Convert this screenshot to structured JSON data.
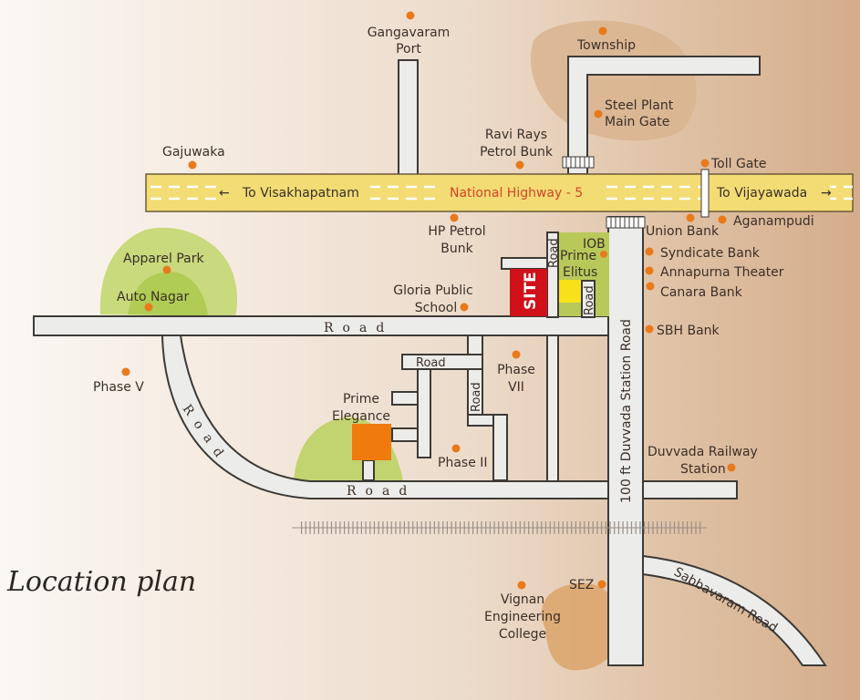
{
  "title": "Location plan",
  "colors": {
    "highway": "#f3dc74",
    "road_fill": "#ececea",
    "road_border": "#3d3a36",
    "poi_dot": "#e87a1c",
    "site": "#d0111a",
    "prime_elegance": "#ef7b0f",
    "prime_elitus_bg": "#b8c95a",
    "prime_elitus_highlight": "#f7e21a",
    "green_area": "#b9d05a",
    "brown_area": "#d9a877",
    "highway_title": "#d2462a"
  },
  "highway": {
    "name": "National Highway - 5",
    "left_direction": "To Visakhapatnam",
    "right_direction": "To Vijayawada",
    "left_arrow": "←",
    "right_arrow": "→"
  },
  "site": {
    "label": "SITE"
  },
  "roads": {
    "main_road": "Road",
    "lower_road": "Road",
    "curved_road": "Road",
    "inner_road_1": "Road",
    "inner_road_2": "Road",
    "elitus_road_1": "Road",
    "elitus_road_2": "Road",
    "station_road": "100 ft Duvvada Station Road",
    "sabbavaram_road": "Sabbavaram Road"
  },
  "pois": {
    "gangavaram_port": [
      "Gangavaram",
      "Port"
    ],
    "township": "Township",
    "steel_plant": [
      "Steel Plant",
      "Main Gate"
    ],
    "ravi_rays": [
      "Ravi Rays",
      "Petrol Bunk"
    ],
    "gajuwaka": "Gajuwaka",
    "toll_gate": "Toll Gate",
    "hp_petrol": [
      "HP Petrol",
      "Bunk"
    ],
    "union_bank": "Union Bank",
    "aganampudi": "Aganampudi",
    "iob": "IOB",
    "prime_elitus": [
      "Prime",
      "Elitus"
    ],
    "syndicate_bank": "Syndicate Bank",
    "annapurna": "Annapurna Theater",
    "canara_bank": "Canara Bank",
    "sbh_bank": "SBH Bank",
    "apparel_park": "Apparel Park",
    "auto_nagar": "Auto Nagar",
    "gloria_school": [
      "Gloria Public",
      "School"
    ],
    "phase_v": "Phase V",
    "phase_vii": [
      "Phase",
      "VII"
    ],
    "prime_elegance": [
      "Prime",
      "Elegance"
    ],
    "phase_ii": "Phase II",
    "duvvada_station": [
      "Duvvada Railway",
      "Station"
    ],
    "sez": "SEZ",
    "vignan": [
      "Vignan",
      "Engineering",
      "College"
    ]
  }
}
